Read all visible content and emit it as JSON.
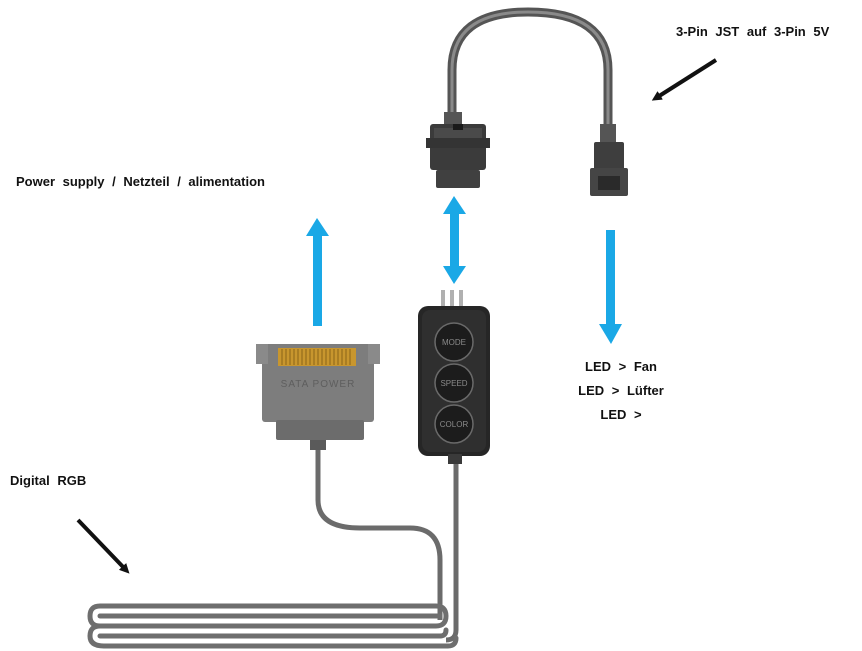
{
  "labels": {
    "jst": "3-Pin  JST  auf  3-Pin  5V",
    "power": "Power  supply  /  Netzteil  /  alimentation",
    "digital_rgb": "Digital  RGB",
    "led_lines": [
      "LED  >  Fan",
      "LED  >  Lüfter",
      "LED  >"
    ]
  },
  "sata": {
    "text": "SATA POWER"
  },
  "controller": {
    "buttons": [
      "MODE",
      "SPEED",
      "COLOR"
    ]
  },
  "colors": {
    "arrow_blue": "#1aa8e6",
    "cable": "#6b6b6b",
    "connector": "#3b3b3b",
    "sata_body": "#7d7d7d",
    "sata_pins": "#c8962e",
    "controller_body": "#262626"
  }
}
